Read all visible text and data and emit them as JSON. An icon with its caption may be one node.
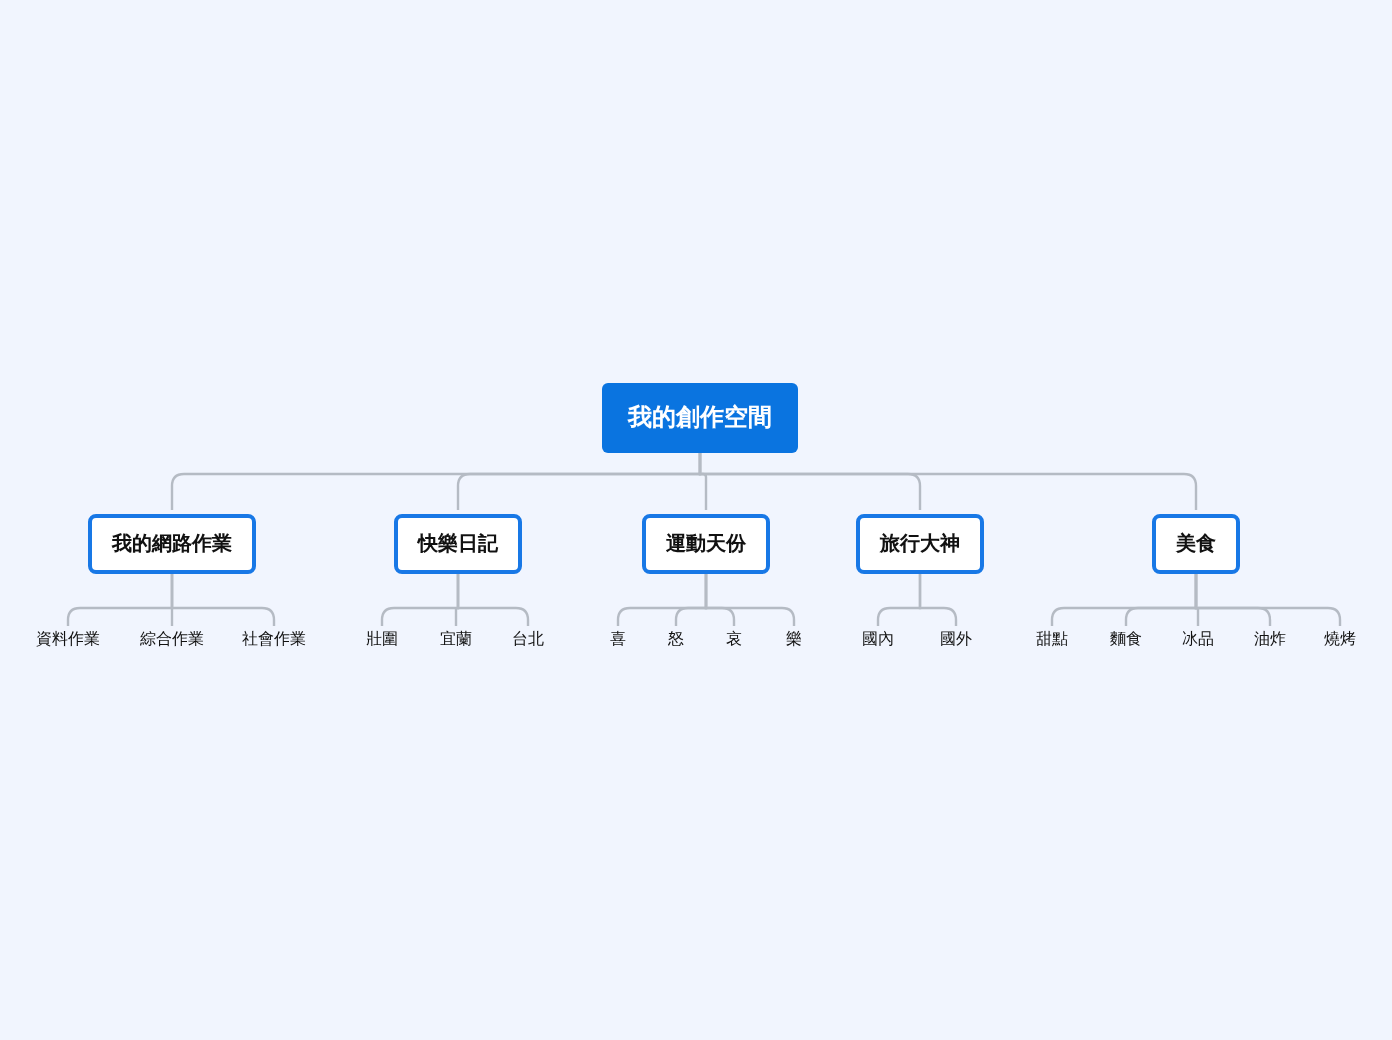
{
  "diagram": {
    "nodes": [
      {
        "text": [
          "我的創作空間"
        ]
      },
      {
        "text": [
          "我的網路作業"
        ]
      },
      {
        "text": [
          "快樂日記"
        ]
      },
      {
        "text": [
          "運動天份"
        ]
      },
      {
        "text": [
          "旅行大神"
        ]
      },
      {
        "text": [
          "美食"
        ]
      },
      {
        "text": [
          "資料作業"
        ]
      },
      {
        "text": [
          "綜合作業"
        ]
      },
      {
        "text": [
          "社會作業"
        ]
      },
      {
        "text": [
          "壯圍"
        ]
      },
      {
        "text": [
          "宜蘭"
        ]
      },
      {
        "text": [
          "台北"
        ]
      },
      {
        "text": [
          "喜"
        ]
      },
      {
        "text": [
          "怒"
        ]
      },
      {
        "text": [
          "哀"
        ]
      },
      {
        "text": [
          "樂"
        ]
      },
      {
        "text": [
          "國內"
        ]
      },
      {
        "text": [
          "國外"
        ]
      },
      {
        "text": [
          "甜點"
        ]
      },
      {
        "text": [
          "麵食"
        ]
      },
      {
        "text": [
          "冰品"
        ]
      },
      {
        "text": [
          "油炸"
        ]
      },
      {
        "text": [
          "燒烤"
        ]
      }
    ],
    "edges": [
      {
        "from": 0,
        "to": 1,
        "arrow": "none"
      },
      {
        "from": 0,
        "to": 2,
        "arrow": "none"
      },
      {
        "from": 0,
        "to": 3,
        "arrow": "none"
      },
      {
        "from": 0,
        "to": 4,
        "arrow": "none"
      },
      {
        "from": 0,
        "to": 5,
        "arrow": "none"
      },
      {
        "from": 1,
        "to": 6,
        "arrow": "none"
      },
      {
        "from": 1,
        "to": 7,
        "arrow": "none"
      },
      {
        "from": 1,
        "to": 8,
        "arrow": "none"
      },
      {
        "from": 2,
        "to": 9,
        "arrow": "none"
      },
      {
        "from": 2,
        "to": 10,
        "arrow": "none"
      },
      {
        "from": 2,
        "to": 11,
        "arrow": "none"
      },
      {
        "from": 3,
        "to": 12,
        "arrow": "none"
      },
      {
        "from": 3,
        "to": 13,
        "arrow": "none"
      },
      {
        "from": 3,
        "to": 14,
        "arrow": "none"
      },
      {
        "from": 3,
        "to": 15,
        "arrow": "none"
      },
      {
        "from": 4,
        "to": 16,
        "arrow": "none"
      },
      {
        "from": 4,
        "to": 17,
        "arrow": "none"
      },
      {
        "from": 5,
        "to": 18,
        "arrow": "none"
      },
      {
        "from": 5,
        "to": 19,
        "arrow": "none"
      },
      {
        "from": 5,
        "to": 20,
        "arrow": "none"
      },
      {
        "from": 5,
        "to": 21,
        "arrow": "none"
      },
      {
        "from": 5,
        "to": 22,
        "arrow": "none"
      }
    ]
  }
}
